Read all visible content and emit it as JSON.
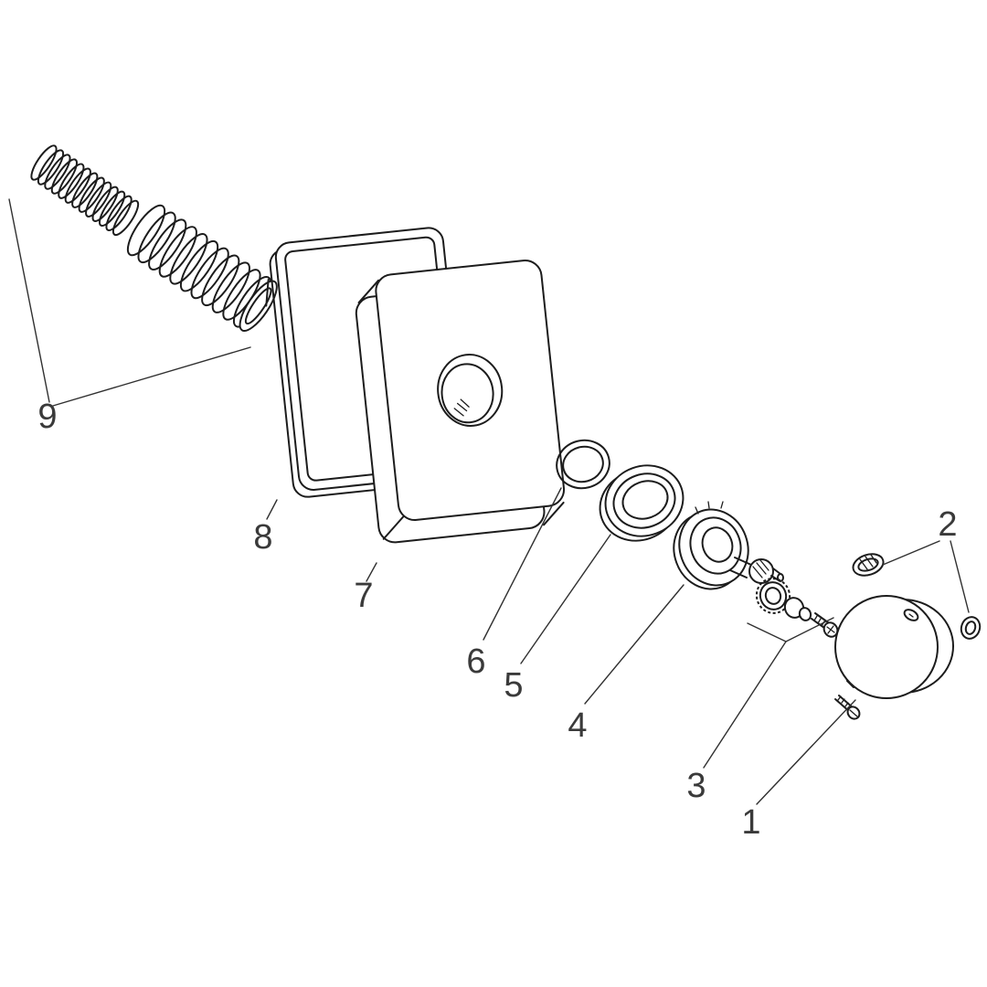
{
  "canvas": {
    "background": "#ffffff",
    "line_color": "#1c1c1c",
    "label_color": "#3a3a3a"
  },
  "labels": {
    "part1": "1",
    "part2": "2",
    "part3": "3",
    "part4": "4",
    "part5": "5",
    "part6": "6",
    "part7": "7",
    "part8": "8",
    "part9": "9"
  }
}
